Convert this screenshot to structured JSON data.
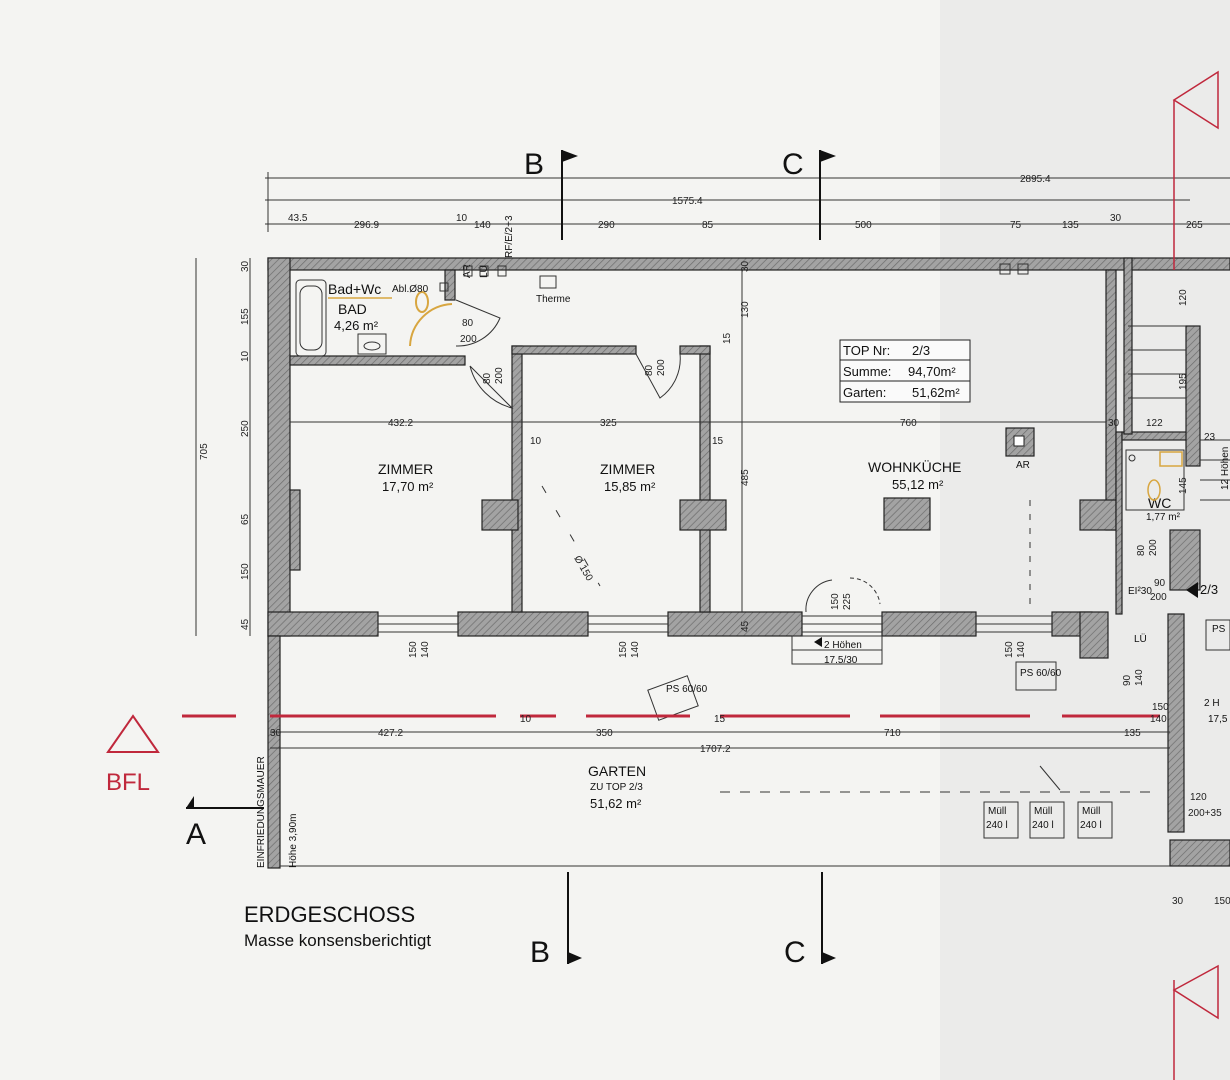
{
  "sections": {
    "B": "B",
    "C": "C",
    "A": "A"
  },
  "bfl": "BFL",
  "dimensions_top": {
    "overall": "2895.4",
    "row2": "1575.4",
    "row3": [
      "43.5",
      "296.9",
      "10",
      "140",
      "290",
      "85",
      "500",
      "75",
      "135",
      "30",
      "265"
    ],
    "rf_label": "RF/E/2+3"
  },
  "dimensions_left": {
    "total": "705",
    "segments": [
      "30",
      "155",
      "10",
      "250",
      "65",
      "150",
      "45"
    ]
  },
  "interior_dims": [
    "432.2",
    "325",
    "760",
    "30",
    "122",
    "485",
    "130",
    "15",
    "10",
    "15",
    "45",
    "30",
    "23"
  ],
  "bathroom": {
    "label1": "Bad+Wc",
    "label2": "BAD",
    "area": "4,26 m²",
    "abl": "Abl.Ø80",
    "therme": "Therme",
    "ar": "AR",
    "lu": "LÜ"
  },
  "doors": {
    "bad_door": [
      "80",
      "200"
    ],
    "zimmer1_door": [
      "80",
      "200"
    ],
    "zimmer2_door": [
      "80",
      "200"
    ],
    "wc_door": [
      "80",
      "200"
    ],
    "entry": [
      "90",
      "200"
    ],
    "entry_label": "EI²30",
    "kitchen_window": [
      "150",
      "225"
    ]
  },
  "rooms": [
    {
      "name": "ZIMMER",
      "area": "17,70 m²"
    },
    {
      "name": "ZIMMER",
      "area": "15,85 m²"
    },
    {
      "name": "WOHNKÜCHE",
      "area": "55,12 m²"
    },
    {
      "name": "WC",
      "area": "1,77 m²"
    }
  ],
  "top_box": {
    "row1_label": "TOP Nr:",
    "row1_value": "2/3",
    "row2_label": "Summe:",
    "row2_value": "94,70m²",
    "row3_label": "Garten:",
    "row3_value": "51,62m²"
  },
  "circle_label": "Ø 150",
  "window_dims": [
    "150",
    "140"
  ],
  "steps": {
    "label": "2 Höhen",
    "value": "17.5/30"
  },
  "ps_label": "PS 60/60",
  "garden": {
    "name": "GARTEN",
    "sub": "ZU TOP 2/3",
    "area": "51,62 m²"
  },
  "garden_dims": {
    "a": "427.2",
    "b": "350",
    "c": "710",
    "d": "135",
    "total": "1707.2",
    "small": [
      "30",
      "10",
      "15"
    ]
  },
  "wall_label": "EINFRIEDUNGSMAUER",
  "wall_height": "Höhe 3,90m",
  "muell": [
    "Müll\n240 l",
    "Müll\n240 l",
    "Müll\n240 l"
  ],
  "muell_top": "Müll",
  "muell_bottom": "240 l",
  "floor_title": "ERDGESCHOSS",
  "floor_subtitle": "Masse konsensberichtigt",
  "right_partial": {
    "hoehen": "12 Höhen",
    "top_ref": "2/3",
    "ps": "PS",
    "hoehen2": "2 H",
    "val": "17,5",
    "lu": "LÜ",
    "dim120": "120",
    "dim200": "200+35",
    "dim90": "90",
    "dim140": "140",
    "dim30": "30",
    "dim150": "150",
    "dim195": "195",
    "dim145": "145"
  },
  "colors": {
    "wall": "#9a9a9a",
    "red": "#c0283c",
    "ink": "#111111",
    "gold": "#d8a640"
  }
}
